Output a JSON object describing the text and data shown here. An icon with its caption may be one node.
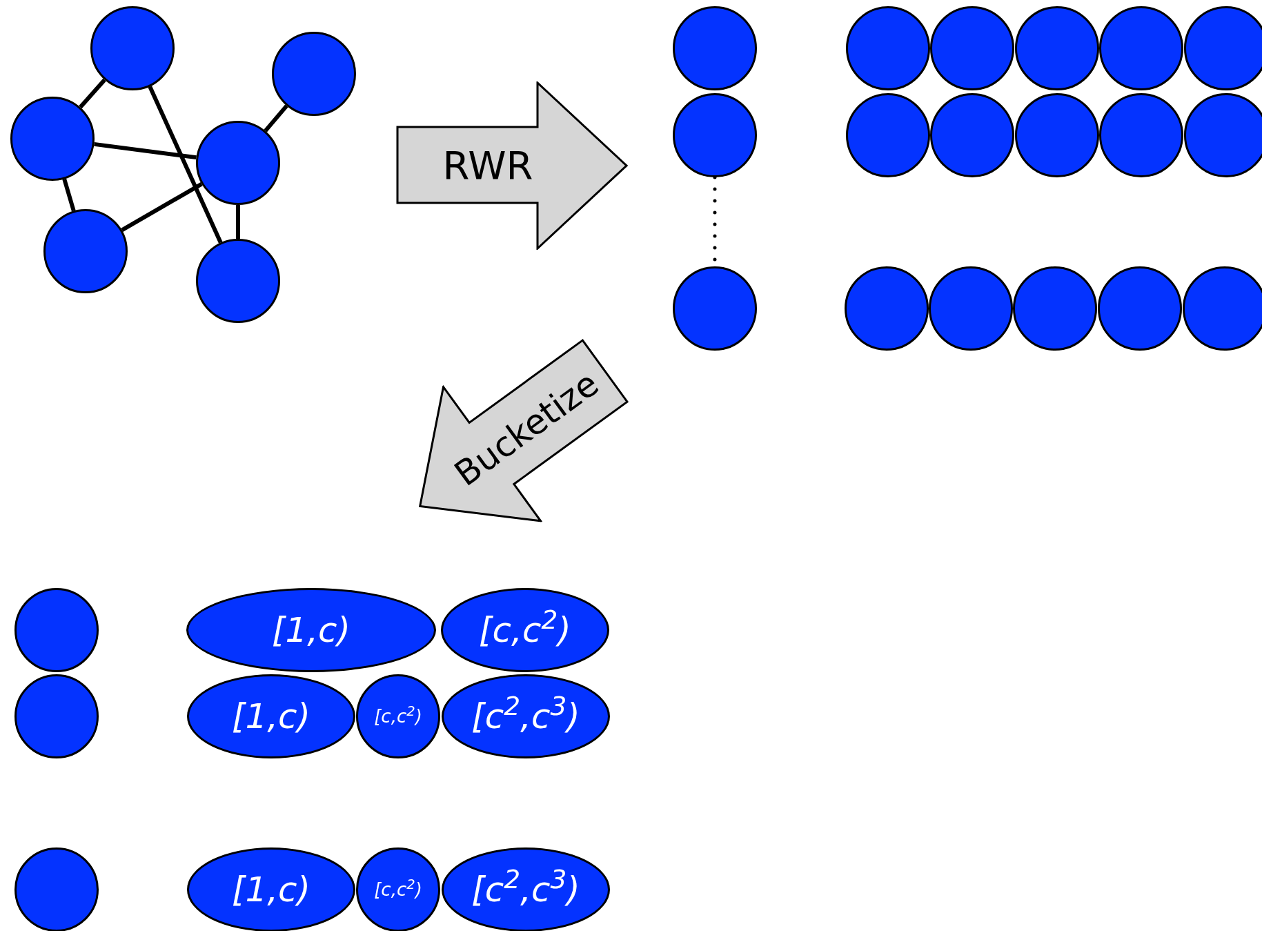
{
  "diagram": {
    "nodes": [
      {
        "text": [],
        "shape": "circle"
      },
      {
        "text": [],
        "shape": "circle"
      },
      {
        "text": [],
        "shape": "circle"
      },
      {
        "text": [],
        "shape": "circle"
      },
      {
        "text": [],
        "shape": "circle"
      },
      {
        "text": [],
        "shape": "circle"
      },
      {
        "text": [
          "RWR"
        ]
      },
      {
        "text": [],
        "shape": "circle"
      },
      {
        "text": [],
        "shape": "circle"
      },
      {
        "text": [],
        "shape": "circle"
      },
      {
        "text": [],
        "shape": "circle"
      },
      {
        "text": [],
        "shape": "circle"
      },
      {
        "text": [],
        "shape": "circle"
      },
      {
        "text": [],
        "shape": "circle"
      },
      {
        "text": [],
        "shape": "circle"
      },
      {
        "text": [],
        "shape": "circle"
      },
      {
        "text": [],
        "shape": "circle"
      },
      {
        "text": [],
        "shape": "circle"
      },
      {
        "text": [],
        "shape": "circle"
      },
      {
        "text": [],
        "shape": "circle"
      },
      {
        "text": [],
        "shape": "circle"
      },
      {
        "text": [],
        "shape": "circle"
      },
      {
        "text": [],
        "shape": "circle"
      },
      {
        "text": [],
        "shape": "circle"
      },
      {
        "text": [],
        "shape": "circle"
      },
      {
        "text": [
          "Bucketize"
        ]
      },
      {
        "text": [],
        "shape": "circle"
      },
      {
        "text": [
          "[1,c)"
        ]
      },
      {
        "text": [
          "[c,c$^{2}$)"
        ]
      },
      {
        "text": [],
        "shape": "circle"
      },
      {
        "text": [
          "[1,c)"
        ]
      },
      {
        "text": [
          "[c,c$^{2}$)"
        ]
      },
      {
        "text": [
          "[c$^{2}$,c$^{3}$)"
        ]
      },
      {
        "text": [],
        "shape": "circle"
      },
      {
        "text": [
          "[1,c)"
        ]
      },
      {
        "text": [
          "[c,c$^{2}$)"
        ]
      },
      {
        "text": [
          "[c$^{2}$,c$^{3}$)"
        ]
      }
    ],
    "edges": [
      {
        "from": 0,
        "to": 2,
        "arrow": "none"
      },
      {
        "from": 0,
        "to": 5,
        "arrow": "none"
      },
      {
        "from": 2,
        "to": 3,
        "arrow": "none"
      },
      {
        "from": 1,
        "to": 3,
        "arrow": "none"
      },
      {
        "from": 2,
        "to": 4,
        "arrow": "none"
      },
      {
        "from": 4,
        "to": 3,
        "arrow": "none"
      },
      {
        "from": 3,
        "to": 5,
        "arrow": "none"
      },
      {
        "from": 13,
        "to": 19,
        "arrow": "none",
        "style": "dashed"
      }
    ]
  }
}
